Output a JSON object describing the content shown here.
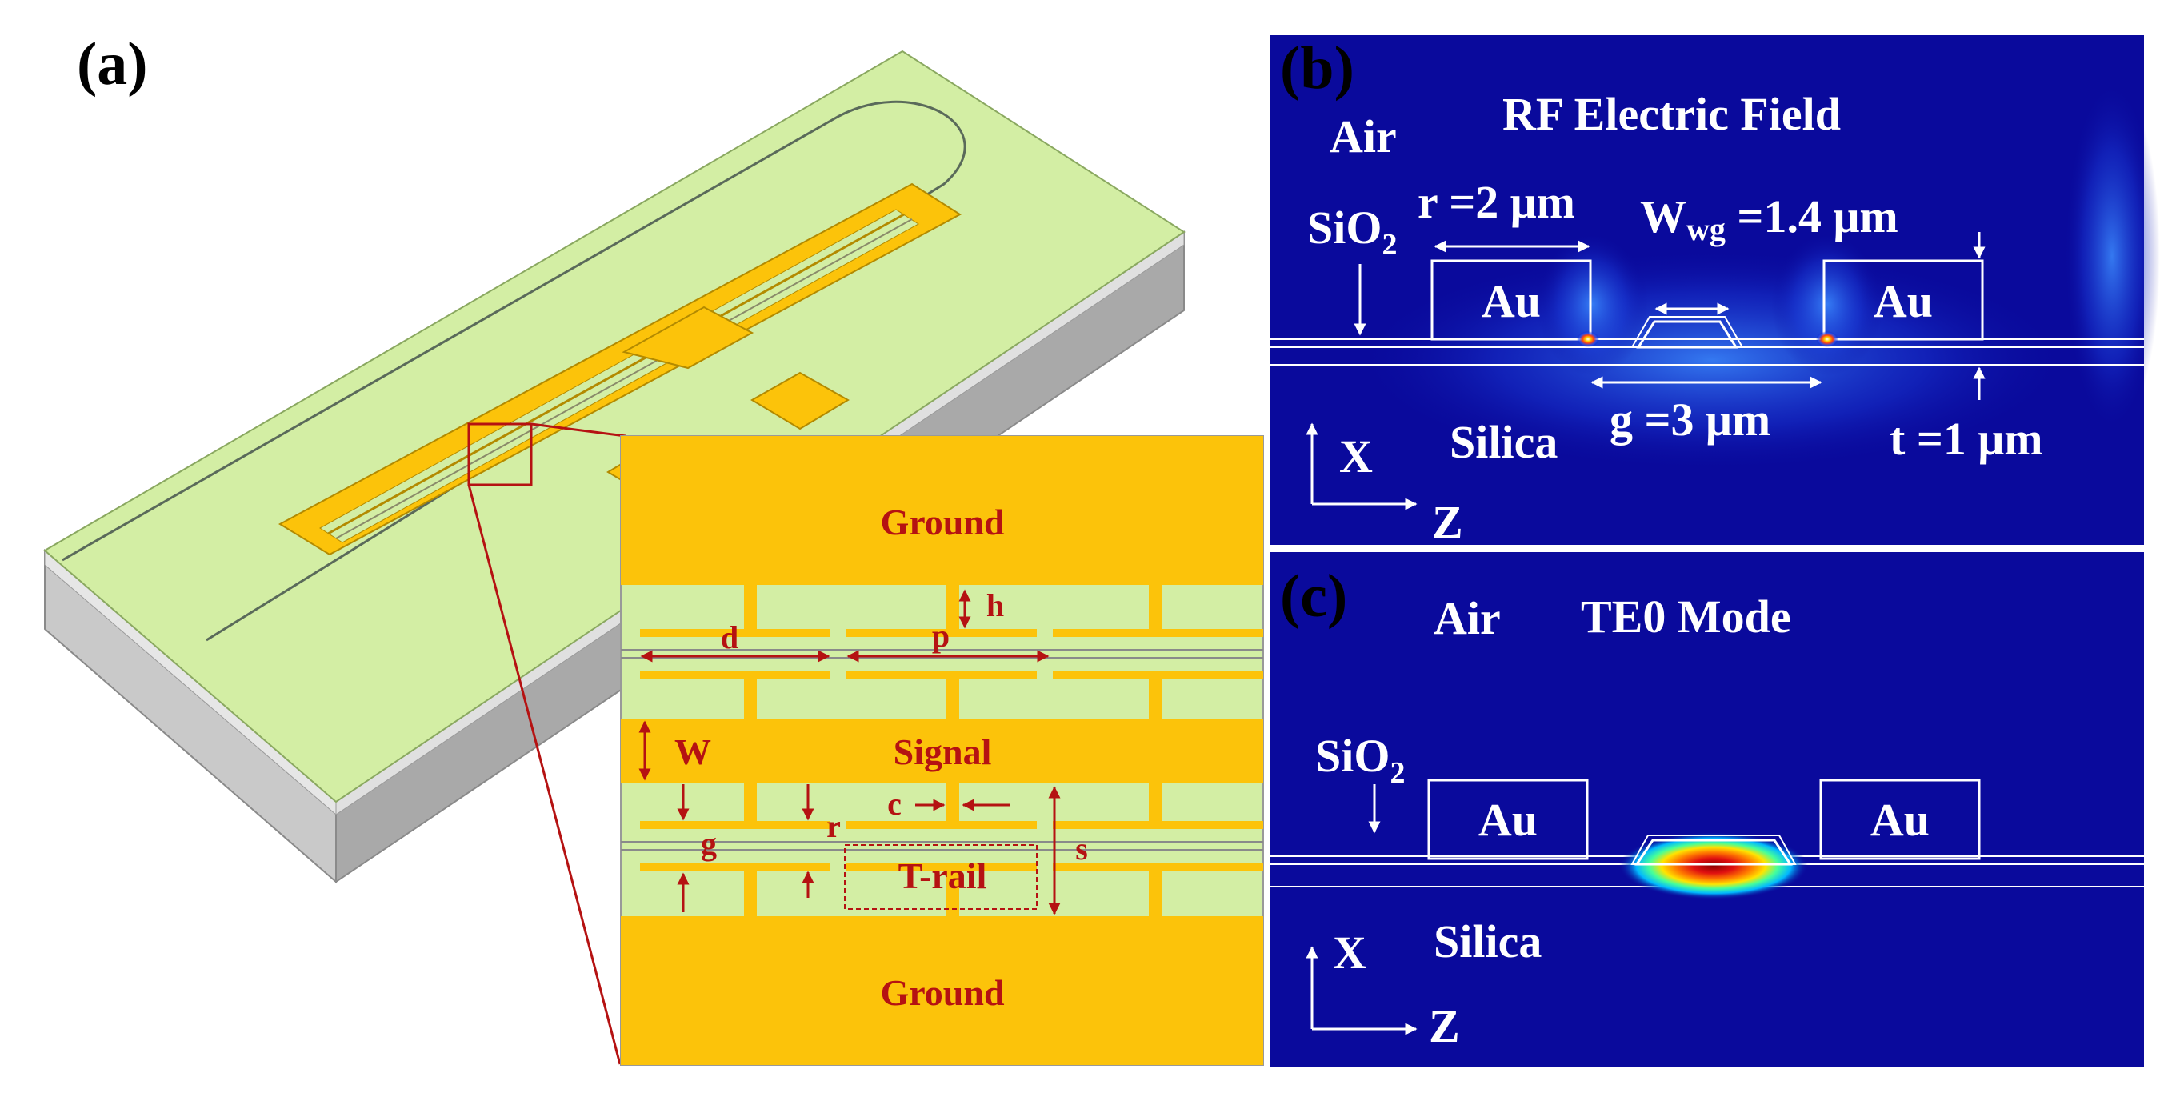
{
  "panel_a": {
    "label": "(a)",
    "inset": {
      "ground_top": "Ground",
      "signal": "Signal",
      "ground_bottom": "Ground",
      "t_rail": "T-rail",
      "dims": {
        "d": "d",
        "p": "p",
        "h": "h",
        "W": "W",
        "g": "g",
        "r": "r",
        "c": "c",
        "s": "s"
      }
    }
  },
  "panel_b": {
    "label": "(b)",
    "title": "RF Electric Field",
    "air": "Air",
    "sio2": "SiO",
    "sio2_sub": "2",
    "au_left": "Au",
    "au_right": "Au",
    "silica": "Silica",
    "r_label": "r =2 μm",
    "wwg_main": "W",
    "wwg_sub": "wg",
    "wwg_value": " =1.4 μm",
    "g_label": "g =3 μm",
    "t_label": "t =1 μm",
    "axis_x": "X",
    "axis_z": "Z"
  },
  "panel_c": {
    "label": "(c)",
    "title": "TE0 Mode",
    "air": "Air",
    "sio2": "SiO",
    "sio2_sub": "2",
    "au_left": "Au",
    "au_right": "Au",
    "silica": "Silica",
    "axis_x": "X",
    "axis_z": "Z"
  },
  "colors": {
    "gold": "#fcc30a",
    "substrate_green": "#d3eea4",
    "field_blue": "#0a0a9c",
    "annotation_red": "#b51212"
  }
}
